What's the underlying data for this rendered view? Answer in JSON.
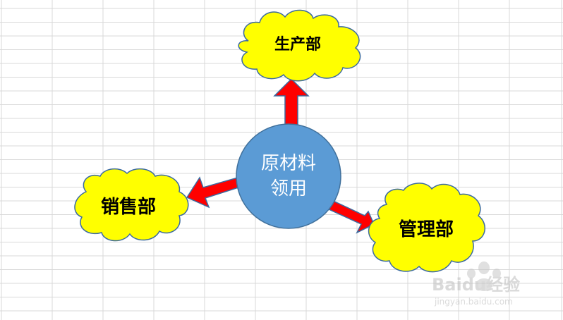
{
  "center": {
    "line1": "原材料",
    "line2": "领用",
    "fill": "#5b9bd5"
  },
  "nodes": {
    "production": "生产部",
    "sales": "销售部",
    "management": "管理部"
  },
  "colors": {
    "cloud": "#ffff00",
    "cloud_stroke": "#3b6aa0",
    "arrow": "#ff0000",
    "grid": "#d9d9d9"
  },
  "watermark": {
    "brand": "Baidu经验",
    "url": "jingyan.baidu.com"
  }
}
